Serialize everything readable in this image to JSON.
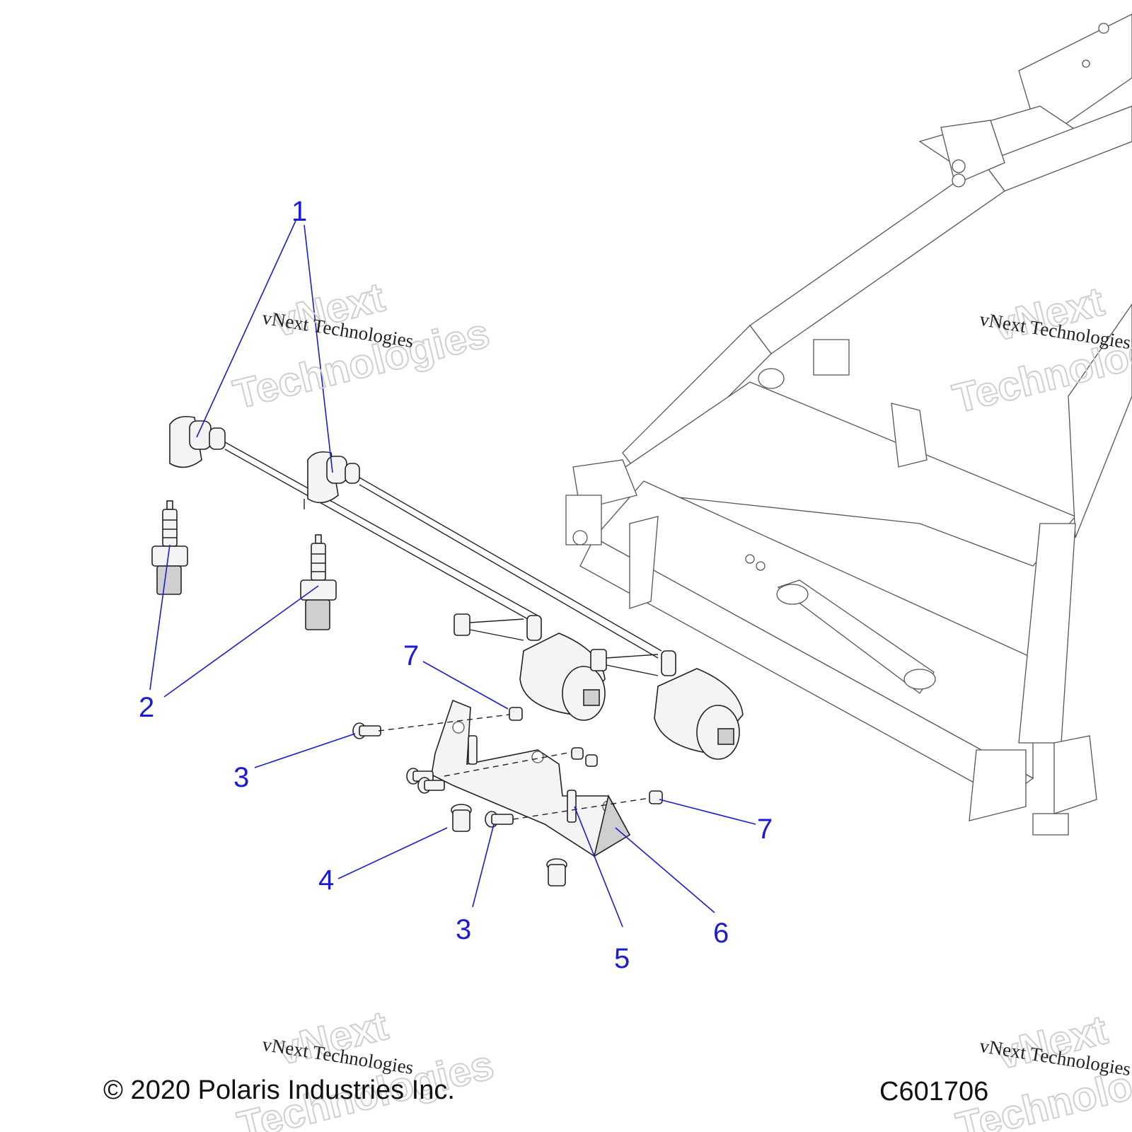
{
  "callouts": [
    {
      "id": "c1",
      "label": "1"
    },
    {
      "id": "c2",
      "label": "2"
    },
    {
      "id": "c3a",
      "label": "3"
    },
    {
      "id": "c3b",
      "label": "3"
    },
    {
      "id": "c4",
      "label": "4"
    },
    {
      "id": "c5",
      "label": "5"
    },
    {
      "id": "c6",
      "label": "6"
    },
    {
      "id": "c7a",
      "label": "7"
    },
    {
      "id": "c7b",
      "label": "7"
    }
  ],
  "watermark": {
    "outline_line1": "vNext",
    "outline_line2": "Technologies",
    "serif_text": "vNext Technologies"
  },
  "footer": {
    "copyright": "© 2020 Polaris Industries Inc.",
    "code": "C601706"
  },
  "colors": {
    "callout": "#1a1ad9",
    "line_art": "#222222",
    "watermark": "#cfcfcf"
  }
}
